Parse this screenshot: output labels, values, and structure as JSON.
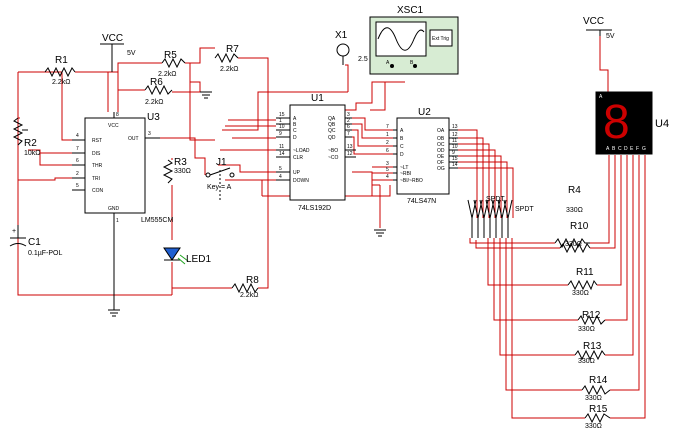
{
  "labels": {
    "vcc_left": "VCC",
    "vcc_left_v": "5V",
    "vcc_right": "VCC",
    "vcc_right_v": "5V",
    "x1": "X1",
    "x1_v": "2.5 V",
    "xsc": "XSC1",
    "u1": "U1",
    "u1_part": "74LS192D",
    "u2": "U2",
    "u2_part": "74LS47N",
    "u3": "U3",
    "u3_part": "LM555CM",
    "u4": "U4",
    "j1": "J1",
    "key": "Key = A",
    "led": "LED1",
    "c1": "C1",
    "c1_val": "0.1µF-POL",
    "r1": "R1",
    "r1_val": "2.2kΩ",
    "r2": "R2",
    "r2_val": "10kΩ",
    "r3": "R3",
    "r3_val": "330Ω",
    "r4": "R4",
    "r4_val": "330Ω",
    "r5": "R5",
    "r5_val": "2.2kΩ",
    "r6": "R6",
    "r6_val": "2.2kΩ",
    "r7": "R7",
    "r7_val": "2.2kΩ",
    "r8": "R8",
    "r8_val": "2.2kΩ",
    "r10": "R10",
    "r10_val": "330Ω",
    "r11": "R11",
    "r11_val": "330Ω",
    "r12": "R12",
    "r12_val": "330Ω",
    "r13": "R13",
    "r13_val": "330Ω",
    "r14": "R14",
    "r14_val": "330Ω",
    "r15": "R15",
    "r15_val": "330Ω",
    "sp": "SPDT"
  },
  "u3_pins": [
    "RST",
    "DIS",
    "THR",
    "TRI",
    "CON",
    "VCC",
    "OUT",
    "GND"
  ],
  "u3_nums": [
    "4",
    "7",
    "6",
    "2",
    "5",
    "8",
    "3",
    "1"
  ],
  "u1_pins": [
    "A",
    "B",
    "C",
    "D",
    "~LOAD",
    "CLR",
    "UP",
    "DOWN",
    "QA",
    "QB",
    "QC",
    "QD",
    "~BO",
    "~CO"
  ],
  "u1_nums": [
    "15",
    "1",
    "10",
    "9",
    "11",
    "14",
    "5",
    "4",
    "3",
    "2",
    "6",
    "7",
    "13",
    "12"
  ],
  "u2_pins": [
    "A",
    "B",
    "C",
    "D",
    "~LT",
    "~RBI",
    "~BI/~RBO",
    "OA",
    "OB",
    "OC",
    "OD",
    "OE",
    "OF",
    "OG"
  ],
  "u2_nums": [
    "7",
    "1",
    "2",
    "6",
    "3",
    "5",
    "4",
    "13",
    "12",
    "11",
    "10",
    "9",
    "15",
    "14"
  ],
  "u4_pins": [
    "A",
    "B",
    "C",
    "D",
    "E",
    "F",
    "G"
  ],
  "xsc_inputs": [
    "A",
    "B",
    "Ext Trig"
  ],
  "seg_digit": "8",
  "colors": {
    "wire": "#cc0000",
    "component": "#000000",
    "display_bg": "#000000",
    "segment": "#cc0000",
    "scope_body": "#d7ecd3",
    "led": "#1f5fd1"
  }
}
